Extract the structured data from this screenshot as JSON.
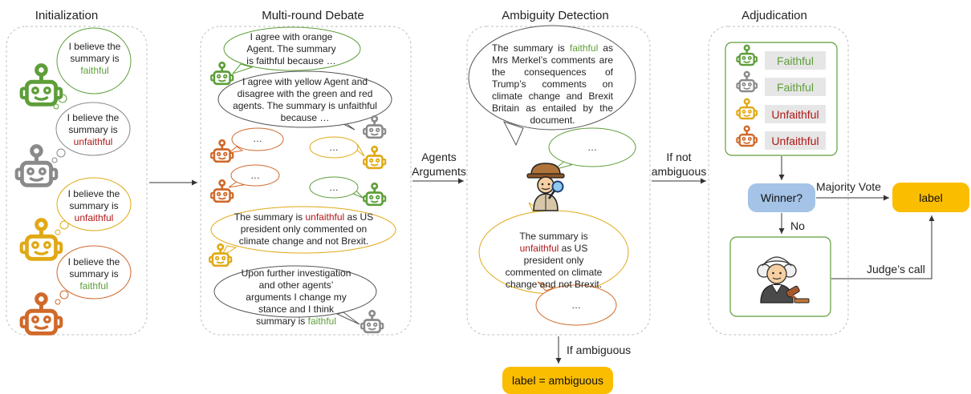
{
  "stages": {
    "initialization": "Initialization",
    "debate": "Multi-round Debate",
    "ambiguity": "Ambiguity Detection",
    "adjudication": "Adjudication"
  },
  "init_thoughts": [
    {
      "prefix": "I believe the summary is",
      "verdict": "faithful"
    },
    {
      "prefix": "I believe the summary is",
      "verdict": "unfaithful"
    },
    {
      "prefix": "I believe the summary is",
      "verdict": "unfaithful"
    },
    {
      "prefix": "I believe the summary is",
      "verdict": "faithful"
    }
  ],
  "debate": {
    "msg1": "I agree with orange Agent. The summary is faithful because …",
    "msg2": "I agree with yellow Agent and disagree with the green and red agents. The summary is unfaithful because …",
    "ellipsis": "…",
    "msg3": {
      "before": "The summary is",
      "verdict": "unfaithful",
      "after": "as US president only commented on climate change and not Brexit."
    },
    "msg4": {
      "text": "Upon further investigation and other agents’ arguments I change my stance and I think summary is",
      "verdict": "faithful"
    }
  },
  "ambiguity": {
    "top": {
      "before": "The summary is",
      "verdict": "faithful",
      "after": "as Mrs Merkel’s comments are the consequences of Trump’s comments on climate change and Brexit Britain as entailed by the document."
    },
    "bottom": {
      "before": "The summary is",
      "verdict": "unfaithful",
      "after": "as US president only commented on climate change and not Brexit."
    },
    "ellipsis": "…"
  },
  "edges": {
    "agents_args": "Agents Arguments",
    "if_not_ambiguous": "If not ambiguous",
    "if_ambiguous": "If ambiguous",
    "majority_vote": "Majority Vote",
    "no": "No",
    "judges_call": "Judge’s call"
  },
  "adjudication": {
    "votes": [
      "Faithful",
      "Faithful",
      "Unfaithful",
      "Unfaithful"
    ],
    "winner": "Winner?",
    "label": "label"
  },
  "ambiguous_label": "label = ambiguous",
  "colors": {
    "green": "#5e9e3a",
    "gray": "#8a8a8a",
    "yellow": "#e0a915",
    "orange": "#d0692a",
    "dark_red": "#b01717",
    "winner_fill": "#a4c3e6",
    "label_fill": "#fbbd00"
  }
}
